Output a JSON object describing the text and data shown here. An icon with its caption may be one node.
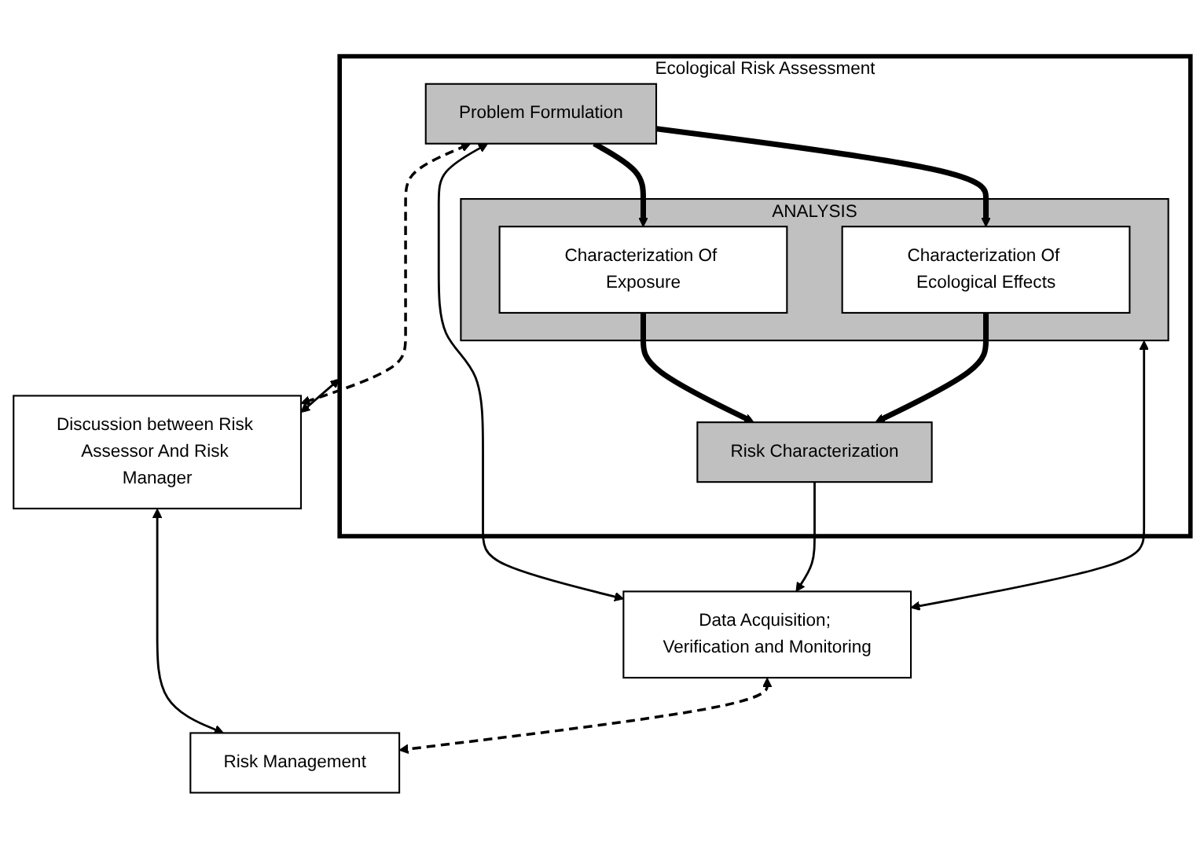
{
  "diagram": {
    "nodes": [
      {
        "text": [
          "Ecological Risk Assessment"
        ]
      },
      {
        "text": [
          "Problem Formulation"
        ],
        "in": 0
      },
      {
        "text": [
          "ANALYSIS"
        ],
        "in": 0
      },
      {
        "text": [
          "Characterization Of Exposure"
        ],
        "in": 2
      },
      {
        "text": [
          "Characterization Of Ecological Effects"
        ],
        "in": 2
      },
      {
        "text": [
          "Risk Characterization"
        ],
        "in": 0
      },
      {
        "text": [
          "Data Acquisition; Verification and Monitoring"
        ]
      },
      {
        "text": [
          "Discussion between Risk Assessor And Risk Manager"
        ]
      },
      {
        "text": [
          "Risk Management"
        ]
      }
    ],
    "edges": [
      {
        "from": 1,
        "to": 3,
        "arrow": "to",
        "style": "thick"
      },
      {
        "from": 3,
        "to": 5,
        "arrow": "to",
        "style": "thick"
      },
      {
        "from": 1,
        "to": 4,
        "arrow": "to",
        "style": "thick"
      },
      {
        "from": 4,
        "to": 5,
        "arrow": "to",
        "style": "thick"
      },
      {
        "from": 1,
        "to": 6,
        "arrow": "both"
      },
      {
        "from": 2,
        "to": 6,
        "arrow": "both"
      },
      {
        "from": 5,
        "to": 6,
        "arrow": "to"
      },
      {
        "from": 0,
        "to": 7,
        "arrow": "both"
      },
      {
        "from": 7,
        "to": 8,
        "arrow": "both"
      },
      {
        "from": 6,
        "to": 8,
        "arrow": "both",
        "style": "dashed"
      },
      {
        "from": 1,
        "to": 7,
        "arrow": "both",
        "style": "dashed"
      }
    ]
  }
}
